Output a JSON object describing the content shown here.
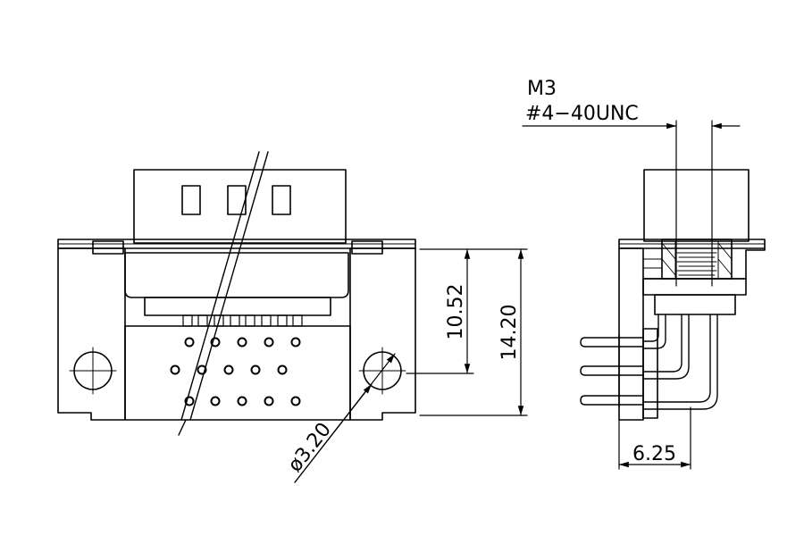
{
  "dimensions": {
    "height_inner": "10.52",
    "height_outer": "14.20",
    "hole_diameter": "ø3.20",
    "depth": "6.25"
  },
  "thread_callout": {
    "metric": "M3",
    "unc": "#4−40UNC"
  },
  "colors": {
    "line": "#000000",
    "background": "#ffffff"
  }
}
